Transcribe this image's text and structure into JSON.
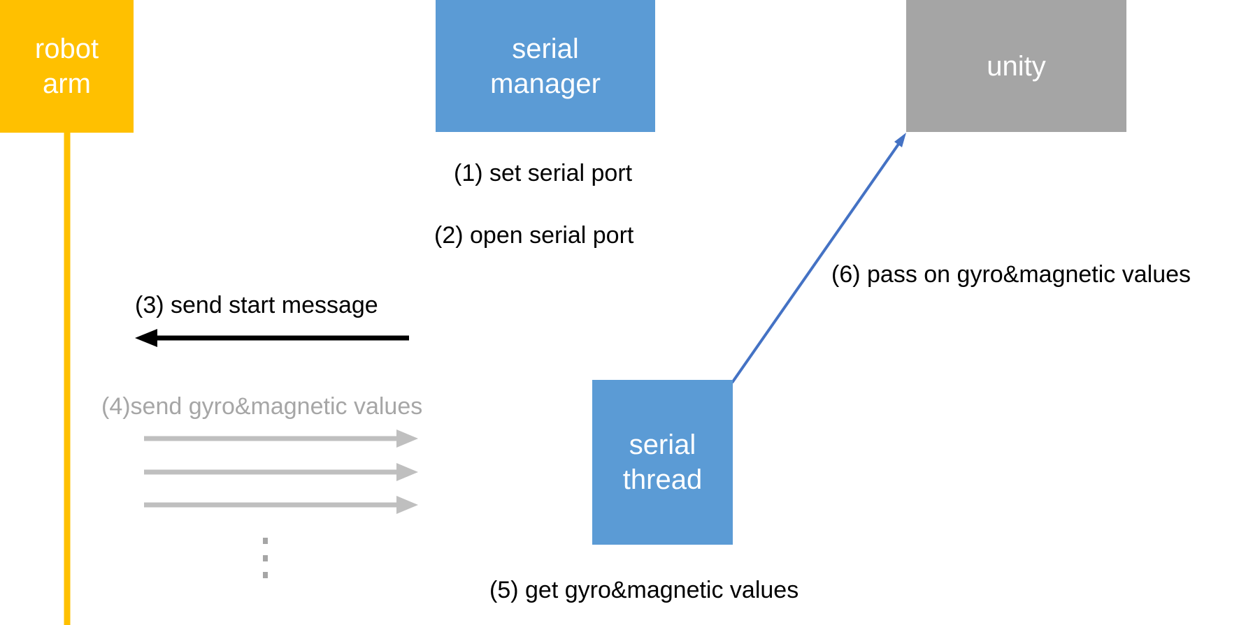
{
  "participants": {
    "robot_arm": {
      "label": "robot\narm",
      "color": "#FFC000"
    },
    "serial_manager": {
      "label": "serial\nmanager",
      "color": "#5B9BD5"
    },
    "unity": {
      "label": "unity",
      "color": "#A5A5A5"
    },
    "serial_thread": {
      "label": "serial\nthread",
      "color": "#5B9BD5"
    }
  },
  "steps": {
    "step1": "(1) set serial port",
    "step2": "(2) open serial port",
    "step3": "(3) send start message",
    "step4": "(4)send gyro&magnetic values",
    "step5": "(5) get gyro&magnetic values",
    "step6": "(6) pass on gyro&magnetic values"
  },
  "colors": {
    "text": "#000000",
    "muted": "#A6A6A6",
    "arrow_dark": "#000000",
    "arrow_gray": "#BFBFBF",
    "arrow_blue": "#4472C4",
    "lifeline": "#FFC000"
  }
}
